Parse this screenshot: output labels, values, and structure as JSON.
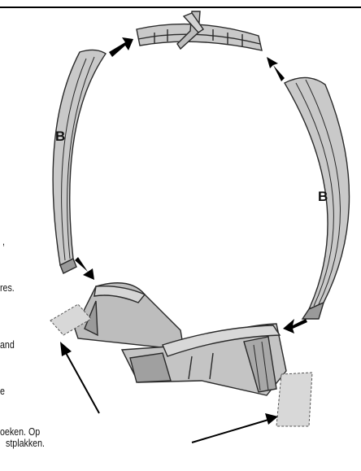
{
  "labels": {
    "left_piece": "B",
    "right_piece": "B"
  },
  "cut_text": [
    ",",
    "res.",
    "and",
    "e",
    "oeken. Op",
    "stplakken."
  ],
  "colors": {
    "track": "#c9c9c9",
    "track_dark": "#9a9a9a",
    "outline": "#2a2a2a",
    "arrow": "#000000",
    "tape": "#d8d8d8"
  }
}
